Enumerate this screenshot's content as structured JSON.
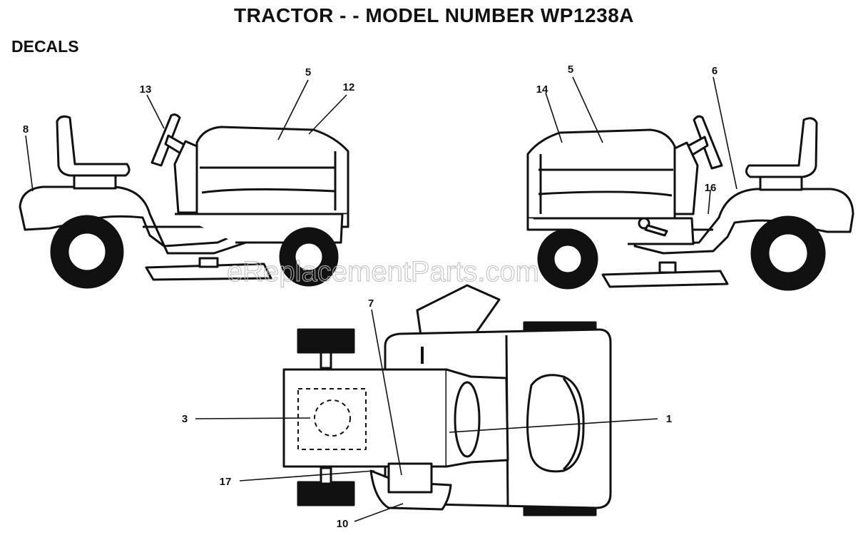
{
  "title": "TRACTOR - - MODEL NUMBER WP1238A",
  "section_label": "DECALS",
  "watermark": "eReplacementParts.com",
  "callouts": {
    "left_view": [
      "8",
      "13",
      "5",
      "12"
    ],
    "right_view": [
      "14",
      "5",
      "6",
      "16"
    ],
    "top_view": [
      "7",
      "3",
      "1",
      "17",
      "10"
    ]
  },
  "colors": {
    "ink": "#111111",
    "fill": "#ffffff",
    "watermark": "#bdbdbd"
  }
}
